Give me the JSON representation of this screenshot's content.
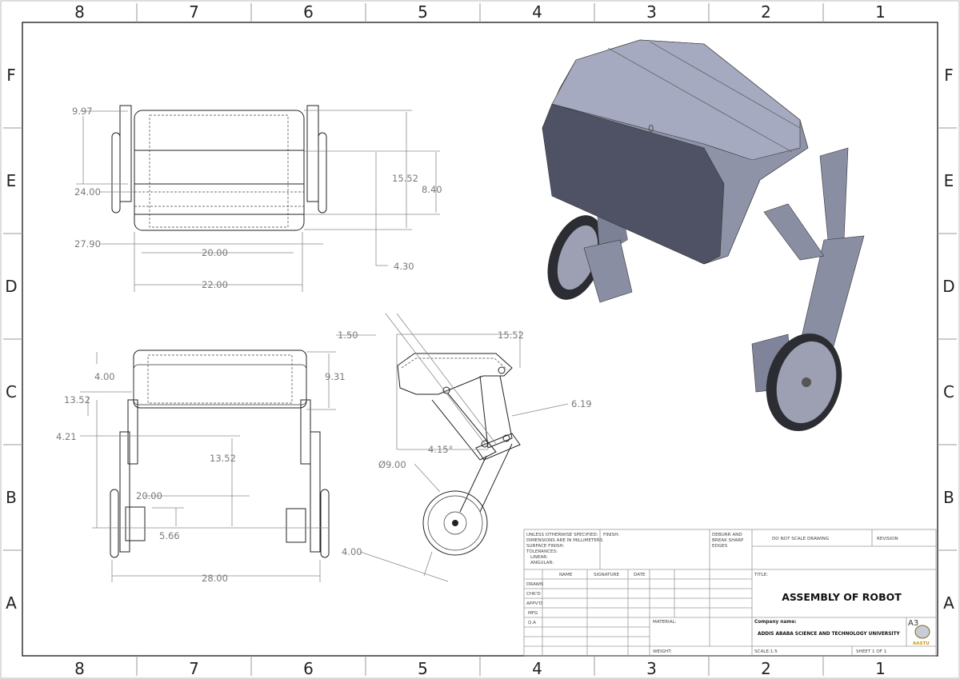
{
  "zones": {
    "columns": [
      "8",
      "7",
      "6",
      "5",
      "4",
      "3",
      "2",
      "1"
    ],
    "rows": [
      "F",
      "E",
      "D",
      "C",
      "B",
      "A"
    ]
  },
  "top_view_dims": {
    "d1": "9.97",
    "d2": "24.00",
    "d3": "27.90",
    "d4": "20.00",
    "d5": "22.00",
    "d6": "15.52",
    "d7": "8.40",
    "d8": "4.30"
  },
  "front_view_dims": {
    "d1": "4.00",
    "d2": "13.52",
    "d3": "4.21",
    "d4": "9.31",
    "d5": "13.52",
    "d6": "20.00",
    "d7": "5.66",
    "d8": "28.00"
  },
  "side_view_dims": {
    "d1": "1.50",
    "d2": "15.52",
    "d3": "6.19",
    "d4": "4.15°",
    "d5": "Ø9.00",
    "d6": "4.00"
  },
  "iso_view": {
    "label": "0",
    "body_color": "#8e93a8",
    "dark_color": "#4a4d5c"
  },
  "title_block": {
    "notes": [
      "UNLESS OTHERWISE SPECIFIED:",
      "DIMENSIONS ARE IN MILLIMETERS",
      "SURFACE FINISH:",
      "TOLERANCES:",
      "   LINEAR:",
      "   ANGULAR:"
    ],
    "finish": "FINISH:",
    "deburr": [
      "DEBURR AND",
      "BREAK SHARP",
      "EDGES"
    ],
    "do_not_scale": "DO NOT SCALE DRAWING",
    "revision": "REVISION",
    "headers": [
      "NAME",
      "SIGNATURE",
      "DATE"
    ],
    "roles": [
      "DRAWN",
      "CHK'D",
      "APPV'D",
      "MFG",
      "Q.A"
    ],
    "title_label": "TITLE:",
    "title": "ASSEMBLY OF ROBOT",
    "material": "MATERIAL:",
    "weight": "WEIGHT:",
    "company_label": "Company name:",
    "company": "ADDIS ABABA SCIENCE AND TECHNOLOGY UNIVERSITY",
    "sheet_size": "A3",
    "logo_text": "AASTU",
    "scale": "SCALE:1:5",
    "sheet": "SHEET 1 OF 1"
  }
}
